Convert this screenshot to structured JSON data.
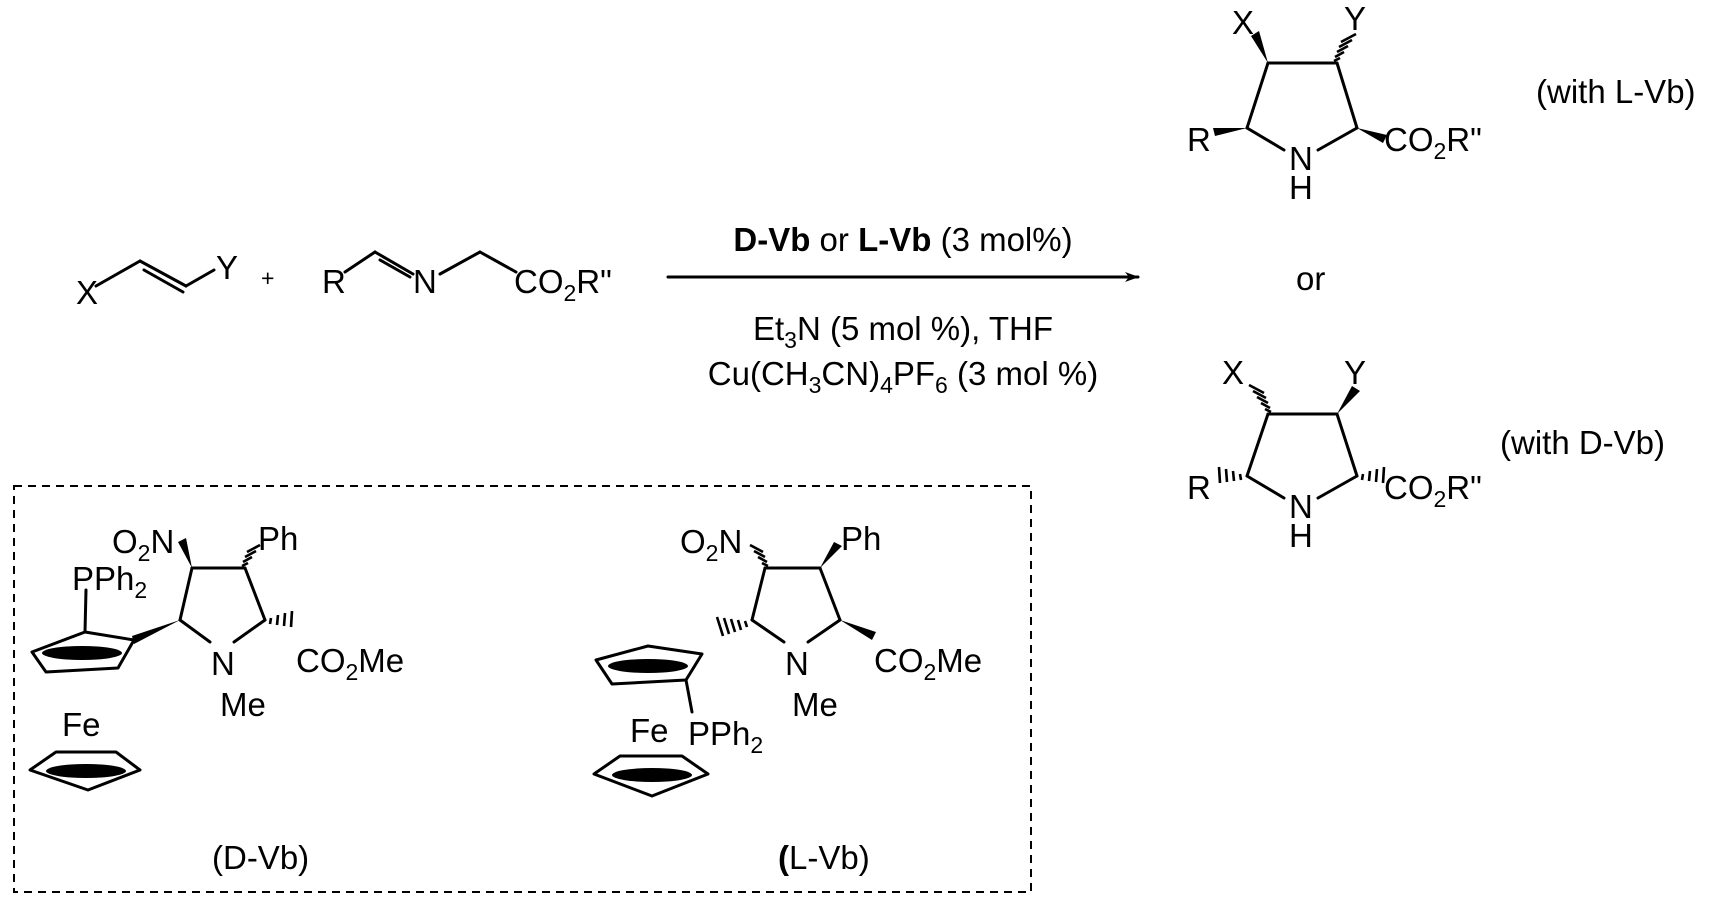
{
  "reactants": {
    "alkene": {
      "x_label": "X",
      "y_label": "Y",
      "plus": "+"
    },
    "imine": {
      "r_label": "R",
      "n_label": "N",
      "ester_prefix": "CO",
      "ester_sub": "2",
      "ester_suffix": "R\""
    }
  },
  "arrow": {
    "catalyst_d": "D-Vb",
    "catalyst_or": " or  ",
    "catalyst_l": "L-Vb",
    "catalyst_loading": " (3 mol%)",
    "base_prefix": "Et",
    "base_sub": "3",
    "base_suffix": "N (5 mol %), THF",
    "cu_1": "Cu(CH",
    "cu_sub1": "3",
    "cu_2": "CN)",
    "cu_sub2": "4",
    "cu_3": "PF",
    "cu_sub3": "6",
    "cu_4": " (3 mol %)"
  },
  "products": {
    "or_label": "or",
    "top": {
      "x": "X",
      "y": "Y",
      "r": "R",
      "n": "N",
      "h": "H",
      "ester_prefix": "CO",
      "ester_sub": "2",
      "ester_suffix": "R\"",
      "condition": "(with L-Vb)"
    },
    "bottom": {
      "x": "X",
      "y": "Y",
      "r": "R",
      "n": "N",
      "h": "H",
      "ester_prefix": "CO",
      "ester_sub": "2",
      "ester_suffix": "R\"",
      "condition": "(with D-Vb)"
    }
  },
  "ligands": {
    "d": {
      "o2n_1": "O",
      "o2n_sub": "2",
      "o2n_2": "N",
      "ph": "Ph",
      "pph2_1": "PPh",
      "pph2_sub": "2",
      "ester_1": "CO",
      "ester_sub": "2",
      "ester_2": "Me",
      "n": "N",
      "me": "Me",
      "fe": "Fe",
      "caption": "(D-Vb)"
    },
    "l": {
      "o2n_1": "O",
      "o2n_sub": "2",
      "o2n_2": "N",
      "ph": "Ph",
      "pph2_1": "PPh",
      "pph2_sub": "2",
      "ester_1": "CO",
      "ester_sub": "2",
      "ester_2": "Me",
      "n": "N",
      "me": "Me",
      "fe": "Fe",
      "caption_paren": "(",
      "caption_rest": "L-Vb)"
    }
  }
}
